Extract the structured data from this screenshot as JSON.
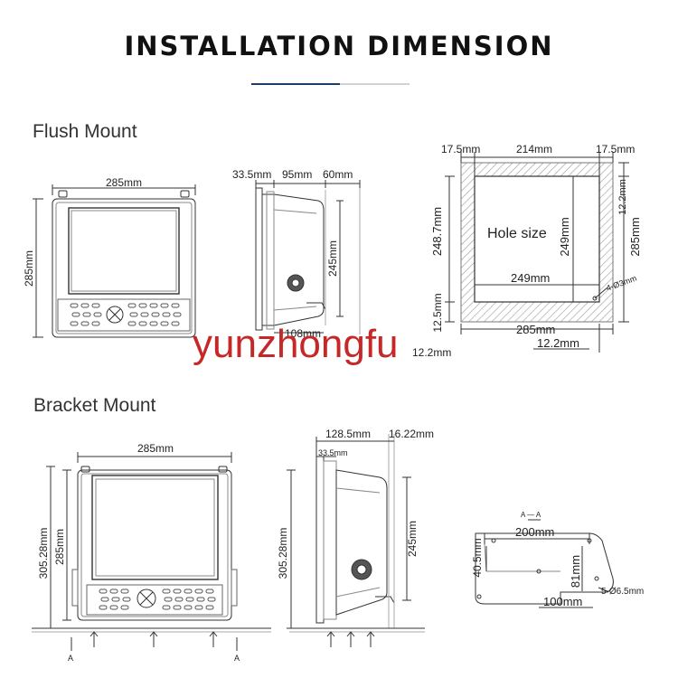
{
  "title": "INSTALLATION DIMENSION",
  "watermark": "yunzhongfu",
  "flush": {
    "label": "Flush Mount",
    "front": {
      "width": "285mm",
      "height": "285mm"
    },
    "side": {
      "d1": "33.5mm",
      "d2": "95mm",
      "d3": "60mm",
      "height": "245mm",
      "depth": "108mm"
    },
    "cutout": {
      "top_left": "17.5mm",
      "top_mid": "214mm",
      "top_right": "17.5mm",
      "right_small": "12.2mm",
      "right_total": "285mm",
      "left_total": "248.7mm",
      "left_small": "12.5mm",
      "left_bottom": "12.2mm",
      "hole_label": "Hole size",
      "hole_height": "249mm",
      "hole_width": "249mm",
      "bottom_total": "285mm",
      "bottom_small": "12.2mm",
      "corner": "4-Ø3mm"
    }
  },
  "bracket": {
    "label": "Bracket Mount",
    "front": {
      "width": "285mm",
      "height_outer": "305.28mm",
      "height_inner": "285mm",
      "section_left": "A",
      "section_right": "A"
    },
    "side": {
      "d1": "128.5mm",
      "d2": "16.22mm",
      "d3": "33.5mm",
      "height_outer": "305.28mm",
      "height_inner": "245mm"
    },
    "plate": {
      "section": "A — A",
      "width": "200mm",
      "left": "40.5mm",
      "right": "81mm",
      "bottom": "100mm",
      "holes": "5-Ø6.5mm"
    }
  }
}
